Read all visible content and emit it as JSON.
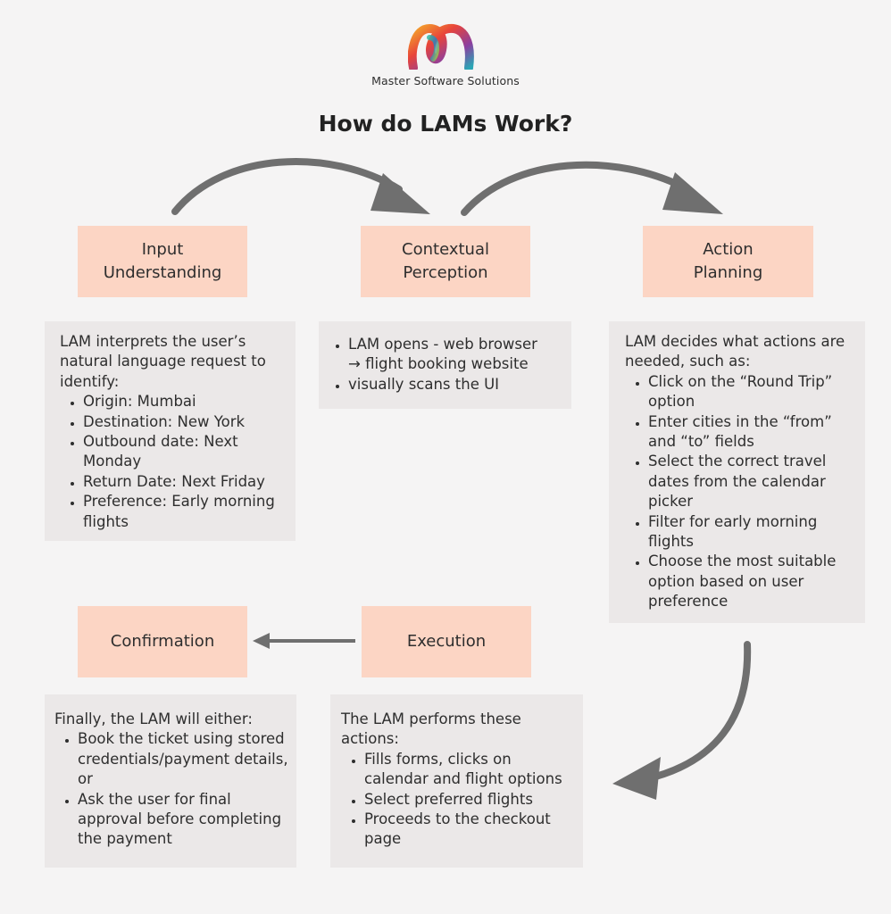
{
  "brand": {
    "name": "Master Software Solutions"
  },
  "title": "How do LAMs Work?",
  "steps": {
    "input": {
      "label": "Input\nUnderstanding",
      "intro": "LAM interprets the user’s natural language request to identify:",
      "items": [
        "Origin: Mumbai",
        "Destination: New York",
        "Outbound date: Next Monday",
        "Return Date: Next Friday",
        "Preference: Early morning flights"
      ]
    },
    "perception": {
      "label": "Contextual\nPerception",
      "items": [
        "LAM opens - web browser",
        "visually scans the UI"
      ],
      "sub": "→  flight booking website"
    },
    "planning": {
      "label": "Action\nPlanning",
      "intro": "LAM decides what actions are needed, such as:",
      "items": [
        "Click on the “Round Trip” option",
        "Enter cities in the “from” and “to” fields",
        "Select the correct travel dates from the calendar picker",
        "Filter for early morning flights",
        "Choose the most suitable option based on user preference"
      ]
    },
    "execution": {
      "label": "Execution",
      "intro": "The LAM performs these actions:",
      "items": [
        "Fills forms, clicks on calendar and flight options",
        "Select preferred flights",
        "Proceeds to the checkout page"
      ]
    },
    "confirmation": {
      "label": "Confirmation",
      "intro": "Finally, the LAM will either:",
      "items": [
        "Book the ticket using stored credentials/payment details, or",
        "Ask the user for final approval before completing the payment"
      ]
    }
  },
  "colors": {
    "step_fill": "#fcd5c4",
    "card_fill": "#ebe8e8",
    "arrow": "#6f6f6f",
    "background": "#f5f4f4"
  }
}
